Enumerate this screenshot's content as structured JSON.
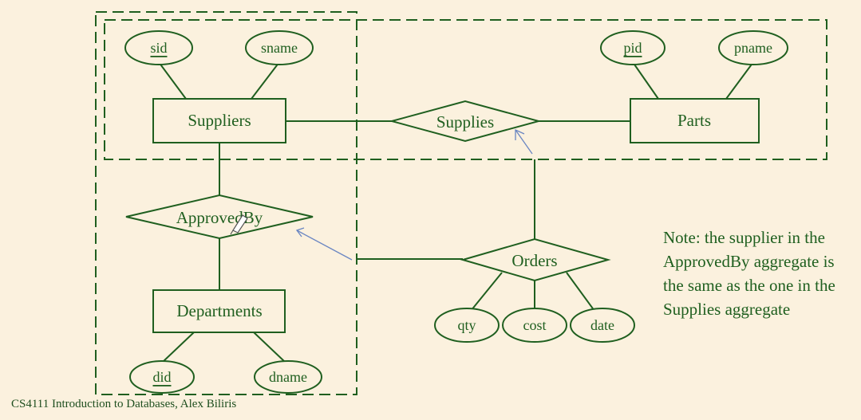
{
  "entities": {
    "suppliers": "Suppliers",
    "parts": "Parts",
    "departments": "Departments"
  },
  "relationships": {
    "supplies": "Supplies",
    "approved_by": "ApprovedBy",
    "orders": "Orders"
  },
  "attributes": {
    "sid": "sid",
    "sname": "sname",
    "pid": "pid",
    "pname": "pname",
    "did": "did",
    "dname": "dname",
    "qty": "qty",
    "cost": "cost",
    "date": "date"
  },
  "note": "Note: the supplier in the ApprovedBy aggregate is the same as the one in the Supplies aggregate",
  "footer": "CS4111 Introduction to Databases,  Alex Biliris",
  "colors": {
    "ink": "#1F5F1F",
    "background": "#FBF1DE",
    "pointer": "#6A86C2"
  }
}
